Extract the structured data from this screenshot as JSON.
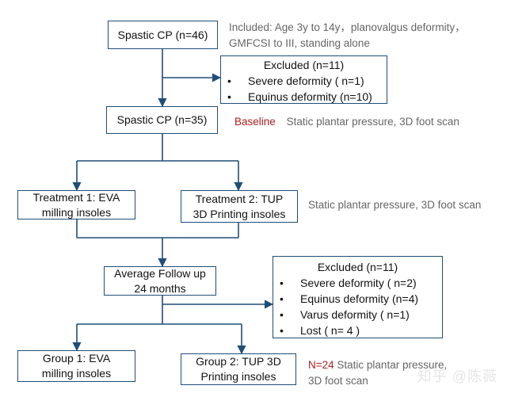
{
  "boxes": {
    "cp46": "Spastic CP (n=46)",
    "cp35": "Spastic CP (n=35)",
    "t1_line1": "Treatment 1: EVA",
    "t1_line2": "milling insoles",
    "t2_line1": "Treatment 2: TUP",
    "t2_line2": "3D Printing insoles",
    "fu_line1": "Average Follow up",
    "fu_line2": "24 months",
    "g1_line1": "Group 1: EVA",
    "g1_line2": "milling insoles",
    "g2_line1": "Group 2: TUP 3D",
    "g2_line2": "Printing insoles"
  },
  "excluded1": {
    "title": "Excluded (n=11)",
    "items": [
      "Severe deformity ( n=1)",
      "Equinus deformity (n=10)"
    ]
  },
  "excluded2": {
    "title": "Excluded (n=11)",
    "items": [
      "Severe deformity ( n=2)",
      "Equinus deformity (n=4)",
      "Varus deformity ( n=1)",
      "Lost ( n= 4 )"
    ]
  },
  "notes": {
    "included_line1": "Included: Age 3y to 14y，planovalgus deformity，",
    "included_line2": "GMFCSI to III, standing alone",
    "baseline_label": "Baseline",
    "baseline_text": "Static plantar pressure, 3D foot scan",
    "treatment_text": "Static plantar pressure, 3D foot scan",
    "final_n": "N=24",
    "final_line1": " Static plantar pressure,",
    "final_line2": "3D foot scan"
  },
  "watermark": "知乎 @陈薇",
  "colors": {
    "line": "#1f4e79",
    "accent_red": "#b01e1e",
    "note_gray": "#666666"
  }
}
